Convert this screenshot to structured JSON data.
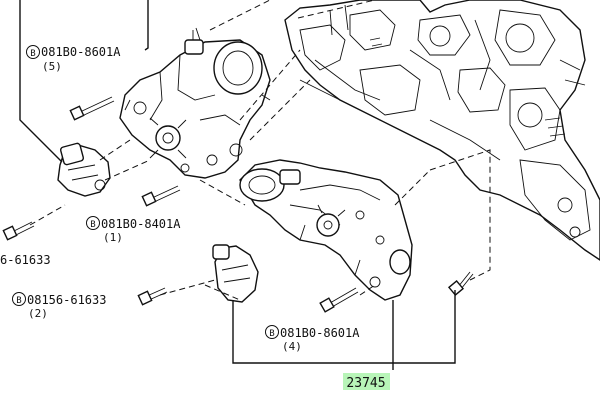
{
  "callouts": [
    {
      "prefix": "B",
      "code": "081B0-8601A",
      "qty": "(5)"
    },
    {
      "prefix": "B",
      "code": "081B0-8401A",
      "qty": "(1)"
    },
    {
      "prefix": "",
      "code": "6-61633",
      "qty": ""
    },
    {
      "prefix": "B",
      "code": "08156-61633",
      "qty": "(2)"
    },
    {
      "prefix": "B",
      "code": "081B0-8601A",
      "qty": "(4)"
    }
  ],
  "part_number": "23745",
  "highlight_color": "#b8f5b8"
}
